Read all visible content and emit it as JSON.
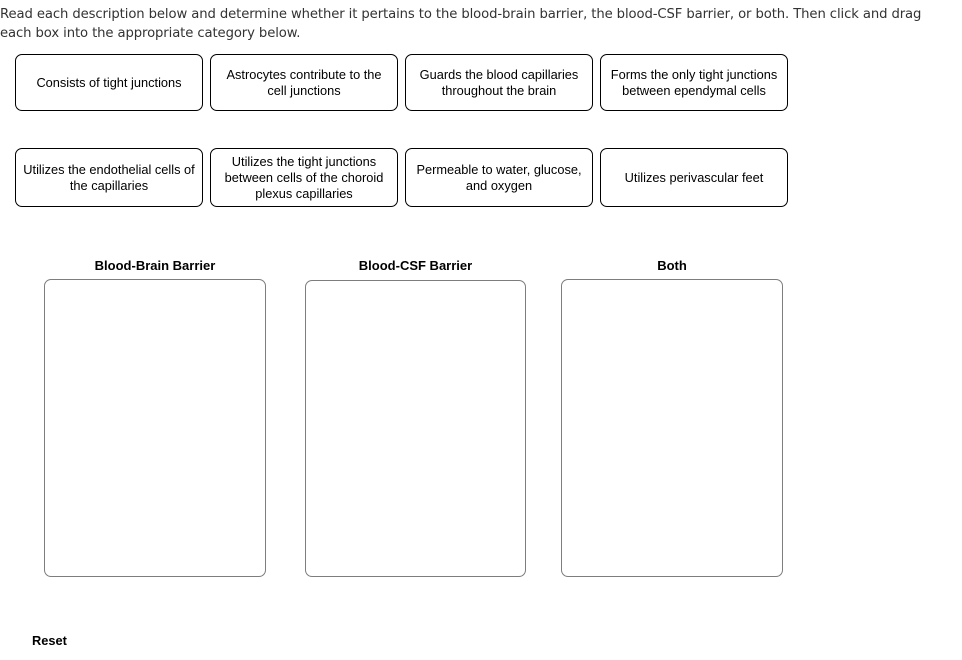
{
  "instructions": {
    "text": "Read each description below and determine whether it pertains to the blood-brain barrier, the blood-CSF barrier, or both. Then click and drag each box into the appropriate category below."
  },
  "tiles": {
    "row1": [
      {
        "label": "Consists of tight junctions"
      },
      {
        "label": "Astrocytes contribute to the cell junctions"
      },
      {
        "label": "Guards the blood capillaries throughout the brain"
      },
      {
        "label": "Forms the only tight junctions between ependymal cells"
      }
    ],
    "row2": [
      {
        "label": "Utilizes the endothelial cells of the capillaries"
      },
      {
        "label": "Utilizes the tight junctions between cells of the choroid plexus capillaries"
      },
      {
        "label": "Permeable to water, glucose, and oxygen"
      },
      {
        "label": "Utilizes perivascular feet"
      }
    ]
  },
  "categories": [
    {
      "title": "Blood-Brain Barrier",
      "items": []
    },
    {
      "title": "Blood-CSF Barrier",
      "items": []
    },
    {
      "title": "Both",
      "items": []
    }
  ],
  "reset": {
    "label": "Reset"
  },
  "colors": {
    "tile_border": "#000000",
    "dropzone_border": "#7d7d7d",
    "text": "#000000",
    "instruction_text": "#333333",
    "background": "#ffffff"
  }
}
